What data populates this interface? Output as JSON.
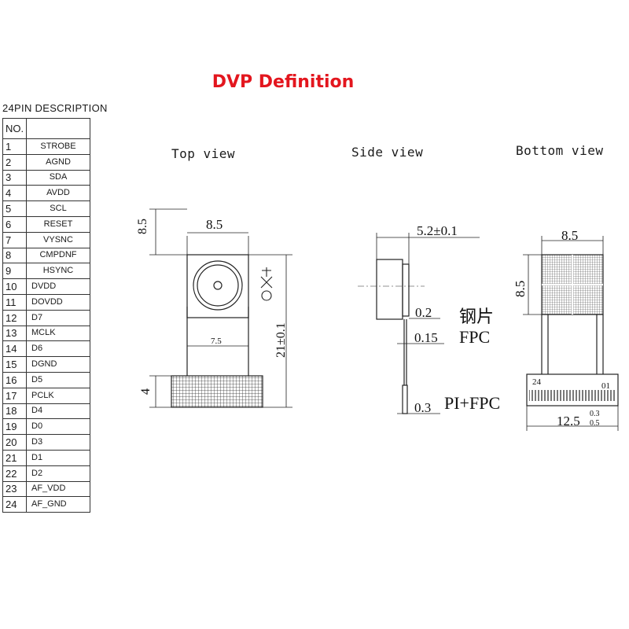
{
  "title": "DVP Definition",
  "pin_table": {
    "caption": "24PIN DESCRIPTION",
    "header_no": "NO.",
    "rows": [
      {
        "no": "1",
        "signal": "STROBE"
      },
      {
        "no": "2",
        "signal": "AGND"
      },
      {
        "no": "3",
        "signal": "SDA"
      },
      {
        "no": "4",
        "signal": "AVDD"
      },
      {
        "no": "5",
        "signal": "SCL"
      },
      {
        "no": "6",
        "signal": "RESET"
      },
      {
        "no": "7",
        "signal": "VYSNC"
      },
      {
        "no": "8",
        "signal": "CMPDNF"
      },
      {
        "no": "9",
        "signal": "HSYNC"
      },
      {
        "no": "10",
        "signal": "DVDD"
      },
      {
        "no": "11",
        "signal": "DOVDD"
      },
      {
        "no": "12",
        "signal": "D7"
      },
      {
        "no": "13",
        "signal": "MCLK"
      },
      {
        "no": "14",
        "signal": "D6"
      },
      {
        "no": "15",
        "signal": "DGND"
      },
      {
        "no": "16",
        "signal": "D5"
      },
      {
        "no": "17",
        "signal": "PCLK"
      },
      {
        "no": "18",
        "signal": "D4"
      },
      {
        "no": "19",
        "signal": "D0"
      },
      {
        "no": "20",
        "signal": "D3"
      },
      {
        "no": "21",
        "signal": "D1"
      },
      {
        "no": "22",
        "signal": "D2"
      },
      {
        "no": "23",
        "signal": "AF_VDD"
      },
      {
        "no": "24",
        "signal": "AF_GND"
      }
    ]
  },
  "views": {
    "top": {
      "label": "Top view",
      "dim_height": "8.5",
      "dim_width": "8.5",
      "dim_fpc_width": "7.5",
      "dim_total": "21±0.1",
      "dim_connector": "4"
    },
    "side": {
      "label": "Side view",
      "dim_depth": "5.2±0.1",
      "dim_steel": "0.2",
      "label_steel": "钢片",
      "dim_fpc": "0.15",
      "label_fpc": "FPC",
      "dim_pi": "0.3",
      "label_pi": "PI+FPC"
    },
    "bottom": {
      "label": "Bottom view",
      "dim_width": "8.5",
      "dim_height": "8.5",
      "pin_first": "24",
      "pin_last": "01",
      "dim_connector": "12.5",
      "tol_plus": "0.3",
      "tol_minus": "0.5"
    }
  }
}
